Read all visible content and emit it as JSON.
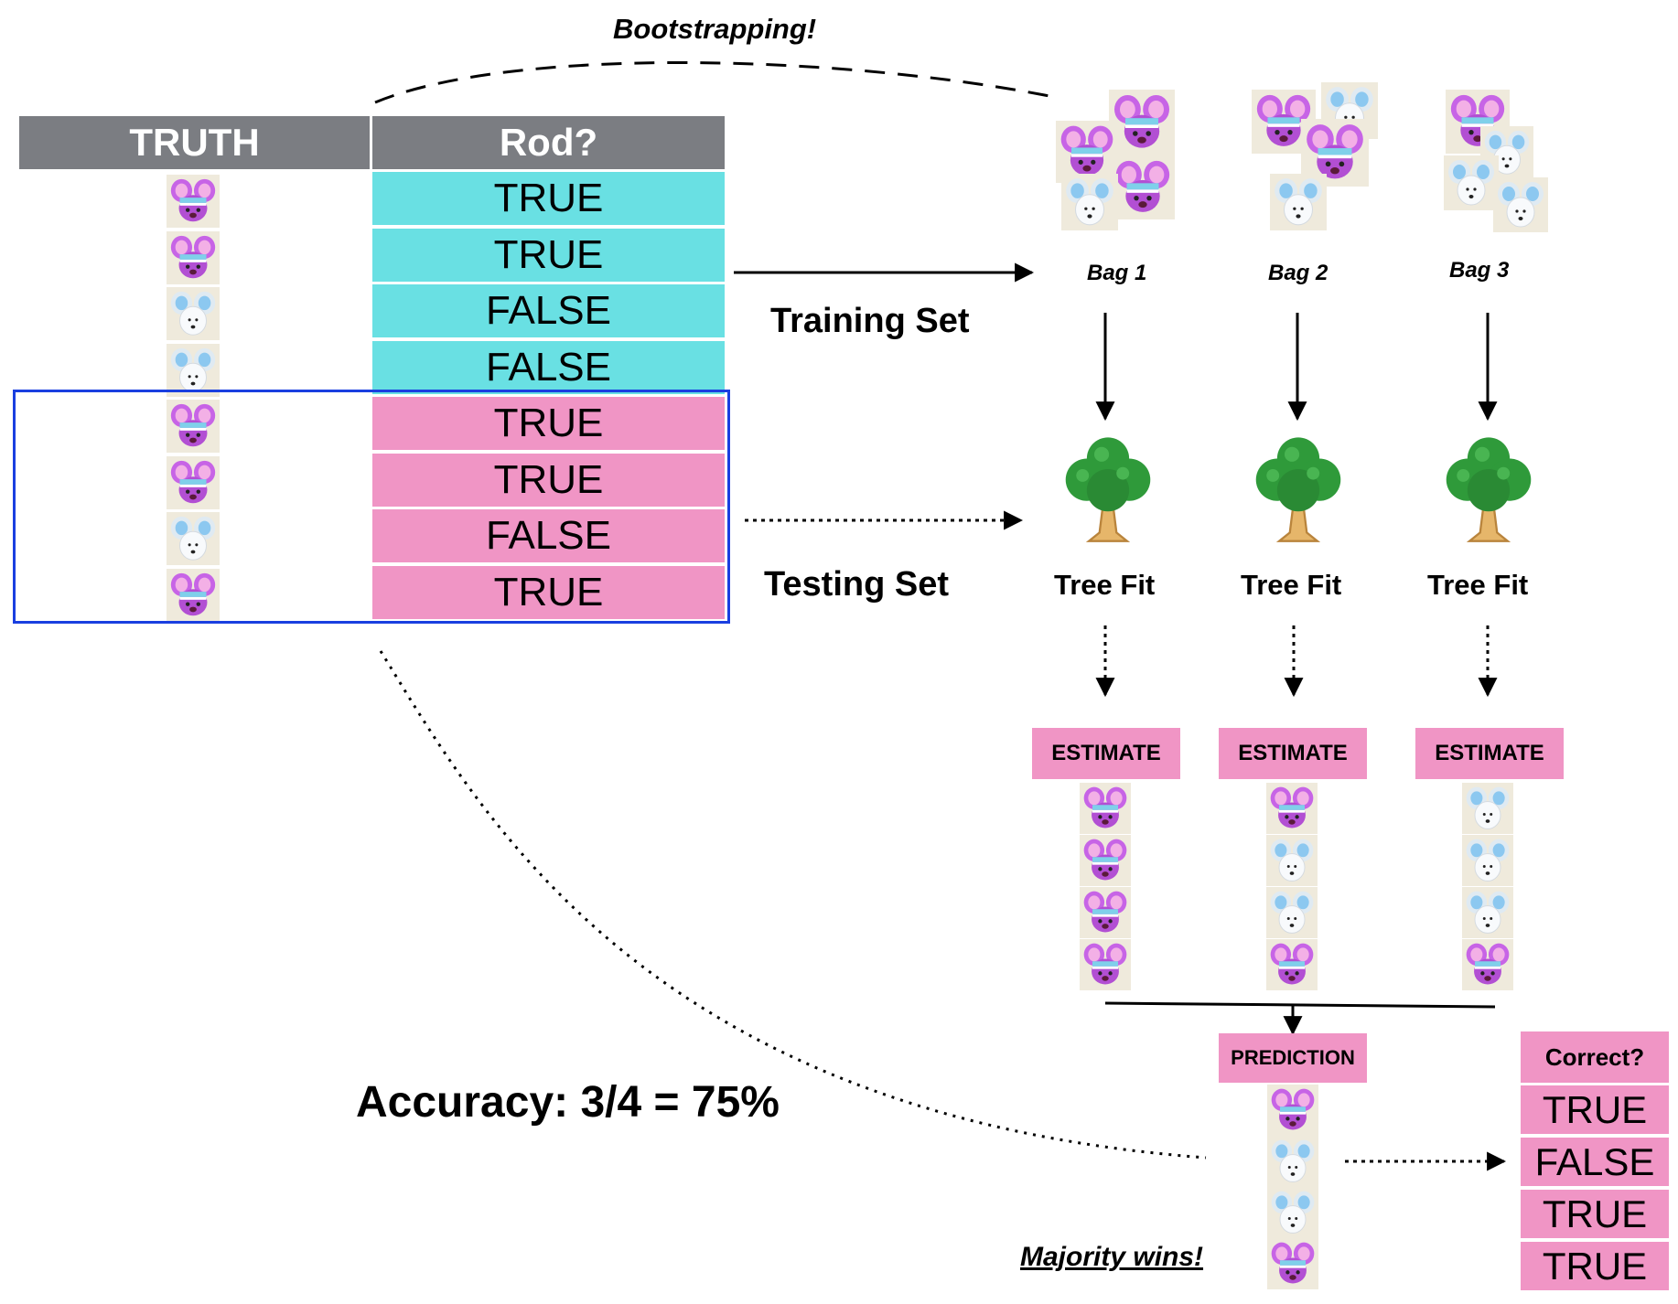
{
  "title_bootstrap": "Bootstrapping!",
  "table": {
    "headers": [
      "TRUTH",
      "Rod?"
    ],
    "rows": [
      {
        "mouse": "pink",
        "value": "TRUE",
        "set": "train"
      },
      {
        "mouse": "pink",
        "value": "TRUE",
        "set": "train"
      },
      {
        "mouse": "white",
        "value": "FALSE",
        "set": "train"
      },
      {
        "mouse": "white",
        "value": "FALSE",
        "set": "train"
      },
      {
        "mouse": "pink",
        "value": "TRUE",
        "set": "test"
      },
      {
        "mouse": "pink",
        "value": "TRUE",
        "set": "test"
      },
      {
        "mouse": "white",
        "value": "FALSE",
        "set": "test"
      },
      {
        "mouse": "pink",
        "value": "TRUE",
        "set": "test"
      }
    ]
  },
  "labels": {
    "training": "Training Set",
    "testing": "Testing Set",
    "accuracy": "Accuracy: 3/4 = 75%",
    "majority": "Majority wins!"
  },
  "bags": [
    {
      "label": "Bag 1",
      "tree": "Tree Fit",
      "estimate_label": "ESTIMATE",
      "estimates": [
        "pink",
        "pink",
        "pink",
        "pink"
      ]
    },
    {
      "label": "Bag 2",
      "tree": "Tree Fit",
      "estimate_label": "ESTIMATE",
      "estimates": [
        "pink",
        "white",
        "white",
        "pink"
      ]
    },
    {
      "label": "Bag 3",
      "tree": "Tree Fit",
      "estimate_label": "ESTIMATE",
      "estimates": [
        "white",
        "white",
        "white",
        "pink"
      ]
    }
  ],
  "prediction": {
    "label": "PREDICTION",
    "values": [
      "pink",
      "white",
      "white",
      "pink"
    ]
  },
  "correct": {
    "label": "Correct?",
    "values": [
      "TRUE",
      "FALSE",
      "TRUE",
      "TRUE"
    ]
  },
  "colors": {
    "header_gray": "#7b7d82",
    "train_cyan": "#69e0e3",
    "test_pink": "#f095c5",
    "highlight_blue": "#1a3fe0",
    "mouse_pink": "#c764e6",
    "mouse_white": "#f4f6f8",
    "mouse_ear_blue": "#8cc8f0"
  }
}
